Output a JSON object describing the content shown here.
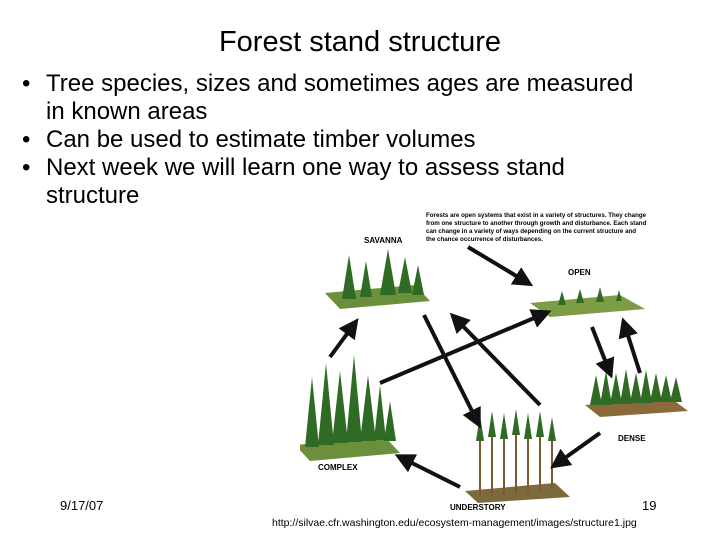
{
  "slide": {
    "title": "Forest stand structure",
    "bullets": [
      "Tree species, sizes and sometimes ages are measured in known areas",
      "Can be used to estimate timber volumes",
      "Next week we will learn one way to assess stand structure"
    ],
    "bullet_glyph": "•",
    "date": "9/17/07",
    "page_number": "19",
    "source_url": "http://silvae.cfr.washington.edu/ecosystem-management/images/structure1.jpg"
  },
  "figure": {
    "caption_lines": [
      "Forests are open systems that exist in a variety of structures. They change",
      "from one structure to another through growth and disturbance. Each stand",
      "can change in a variety of ways depending on the current structure and",
      "the chance occurrence of disturbances."
    ],
    "stages": {
      "savanna": "SAVANNA",
      "open": "OPEN",
      "dense": "DENSE",
      "understory": "UNDERSTORY",
      "complex": "COMPLEX"
    },
    "colors": {
      "tree": "#2f6b24",
      "tree_dark": "#1f4a18",
      "ground": "#6b8f3a",
      "trunk": "#7a5a33",
      "arrow": "#111111"
    }
  }
}
